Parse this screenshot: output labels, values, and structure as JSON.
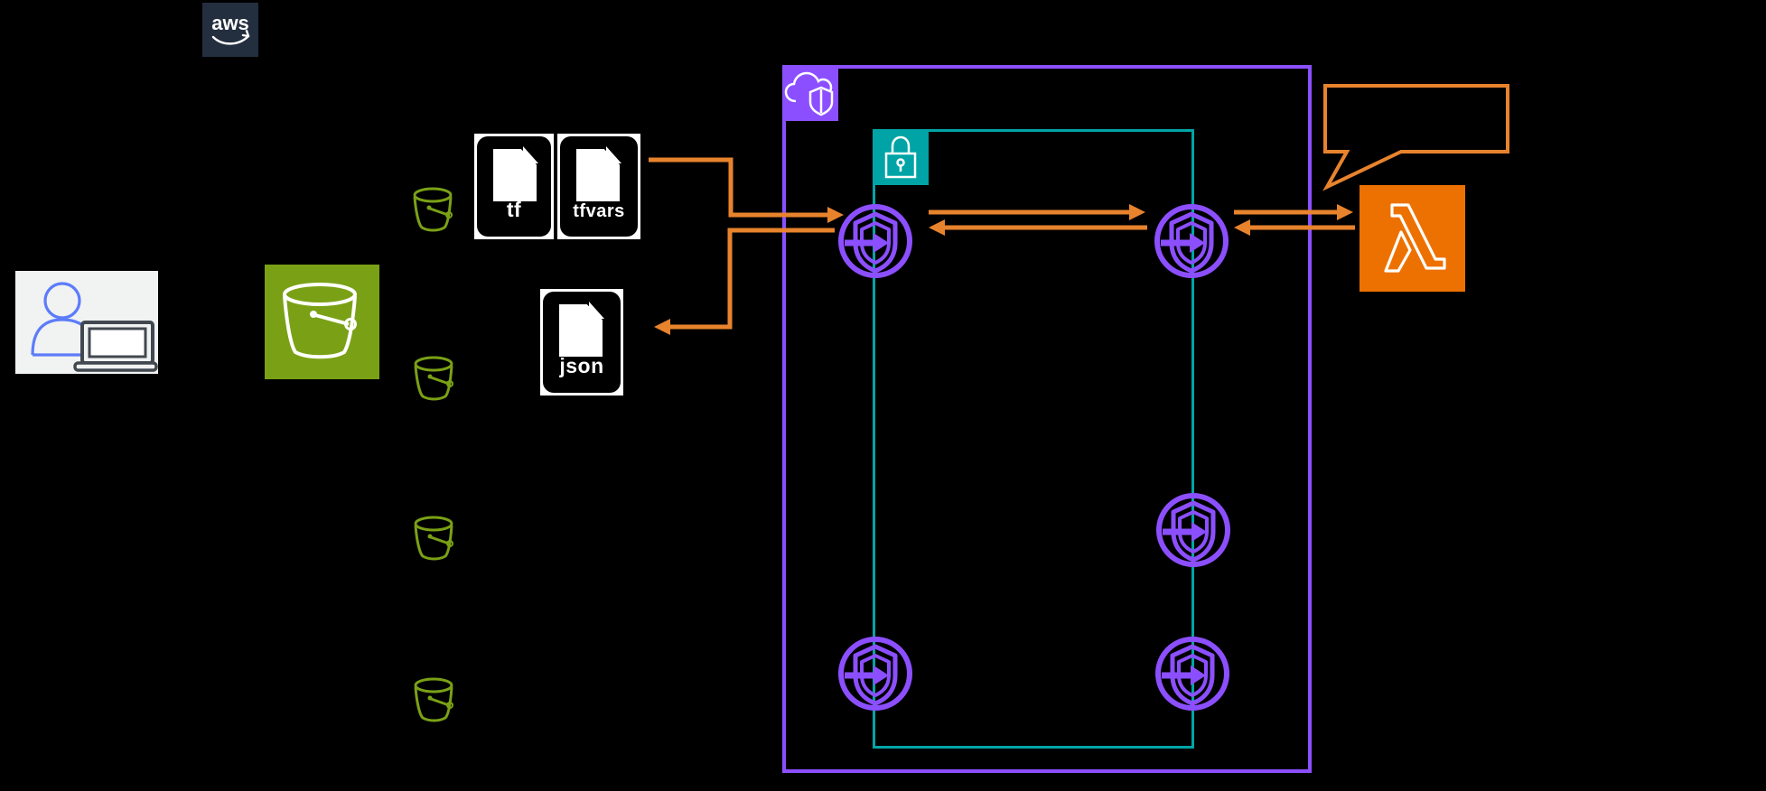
{
  "diagram": {
    "title_hint": "AWS architecture diagram on transparent/black background",
    "aws_logo_label": "aws",
    "files": [
      {
        "label": "tf"
      },
      {
        "label": "tfvars"
      },
      {
        "label": "json"
      }
    ],
    "callout_text": "",
    "colors": {
      "background": "#000000",
      "vpc_border": "#8C4FFF",
      "private_subnet_border": "#00A4A6",
      "vpc_endpoint_purple": "#8C4FFF",
      "arrow_orange": "#E8832D",
      "lambda_orange": "#ED7100",
      "bucket_green": "#7AA116",
      "aws_logo_navy": "#232F3E",
      "user_blue": "#5C7CFA",
      "laptop_gray": "#41484F",
      "document_black": "#000000",
      "document_white": "#FFFFFF"
    },
    "icons": {
      "aws-logo-icon": "aws smile logo",
      "user-laptop-icon": "person at a laptop",
      "s3-bucket-icon": "white bucket on green square",
      "bucket-outline-icon": "small green bucket outline",
      "document-icon": "file page with folded corner",
      "vpc-cloud-shield-icon": "cloud with shield on purple square",
      "private-subnet-lock-icon": "padlock on teal square",
      "vpc-endpoint-icon": "circle with shield and inbound arrow",
      "lambda-icon": "lambda symbol on orange square",
      "callout-bubble-icon": "empty speech bubble with tail"
    },
    "counts": {
      "vpc_endpoints": 5,
      "small_buckets": 4,
      "file_documents": 3
    }
  }
}
